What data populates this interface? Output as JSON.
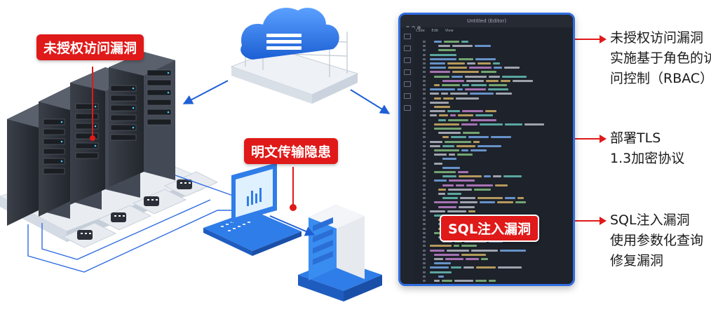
{
  "labels": {
    "unauthorized": "未授权访问漏洞",
    "plaintext": "明文传输隐患",
    "sqli": "SQL注入漏洞"
  },
  "callouts": {
    "rbac": [
      "未授权访问漏洞",
      "实施基于角色的访",
      "问控制（RBAC）"
    ],
    "tls": [
      "部署TLS",
      "1.3加密协议"
    ],
    "sqli_fix": [
      "SQL注入漏洞",
      "使用参数化查询",
      "修复漏洞"
    ]
  },
  "editor": {
    "title": "Untitled (Editor)",
    "tabs": [
      "Code",
      "Edit",
      "View"
    ],
    "code_lines": 56
  },
  "colors": {
    "accent_red": "#e01919",
    "arrow_blue": "#1f5fd6",
    "editor_border": "#2f6de1",
    "server_dark": "#2b2f38",
    "device_blue": "#2f7de8"
  },
  "icons": [
    "cloud-server-icon",
    "server-rack-icon",
    "laptop-icon",
    "small-server-icon",
    "switch-icon"
  ]
}
